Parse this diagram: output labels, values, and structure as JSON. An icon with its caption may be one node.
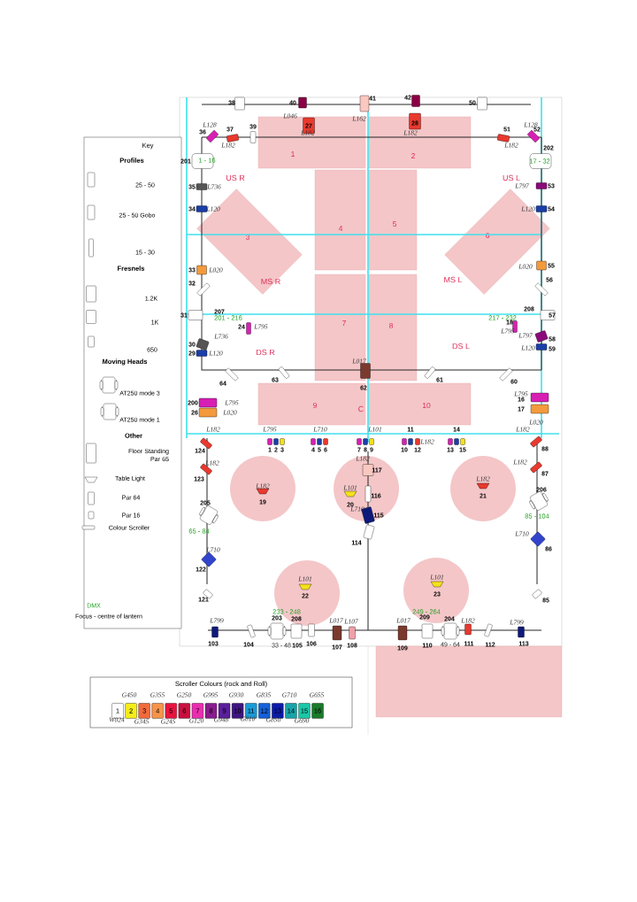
{
  "diagram": {
    "nodes": [
      {
        "text": [
          "Key",
          "Profiles",
          "25 - 50",
          "25 - 50 Gobo",
          "15 - 30",
          "Fresnels",
          "1.2K",
          "1K",
          "650",
          "Moving Heads",
          "AT250 mode 3",
          "AT250 mode 1",
          "Other",
          "Floor Standing Par 65",
          "Table Light",
          "Par 64",
          "Par 16",
          "Colour Scroller",
          "DMX",
          "Focus - centre of lantern"
        ]
      },
      {
        "text": [
          "1"
        ]
      },
      {
        "text": [
          "2"
        ]
      },
      {
        "text": [
          "3"
        ]
      },
      {
        "text": [
          "4"
        ]
      },
      {
        "text": [
          "5"
        ]
      },
      {
        "text": [
          "6"
        ]
      },
      {
        "text": [
          "7"
        ]
      },
      {
        "text": [
          "8"
        ]
      },
      {
        "text": [
          "9"
        ]
      },
      {
        "text": [
          "10"
        ]
      },
      {
        "text": [],
        "shape": "circle"
      },
      {
        "text": [],
        "shape": "circle"
      },
      {
        "text": [],
        "shape": "circle"
      },
      {
        "text": [],
        "shape": "circle"
      },
      {
        "text": [],
        "shape": "circle"
      },
      {
        "text": [],
        "shape": "box"
      },
      {
        "text": [
          "Scroller Colours (rock and Roll)"
        ]
      },
      {
        "text": [
          "1"
        ],
        "in": 17
      },
      {
        "text": [
          "2"
        ],
        "in": 17
      },
      {
        "text": [
          "3"
        ],
        "in": 17
      },
      {
        "text": [
          "4"
        ],
        "in": 17
      },
      {
        "text": [
          "5"
        ],
        "in": 17
      },
      {
        "text": [
          "6"
        ],
        "in": 17
      },
      {
        "text": [
          "7"
        ],
        "in": 17
      },
      {
        "text": [
          "8"
        ],
        "in": 17
      },
      {
        "text": [
          "9"
        ],
        "in": 17
      },
      {
        "text": [
          "10"
        ],
        "in": 17
      },
      {
        "text": [
          "11"
        ],
        "in": 17
      },
      {
        "text": [
          "12"
        ],
        "in": 17
      },
      {
        "text": [
          "13"
        ],
        "in": 17
      },
      {
        "text": [
          "14"
        ],
        "in": 17
      },
      {
        "text": [
          "15"
        ],
        "in": 17
      },
      {
        "text": [
          "16"
        ],
        "in": 17
      }
    ],
    "labels": [
      "38",
      "40",
      "41",
      "42",
      "50",
      "L046",
      "27",
      "L162",
      "28",
      "L182",
      "L182",
      "L128",
      "39",
      "37",
      "36",
      "L128",
      "51",
      "52",
      "L182",
      "L182",
      "202",
      "201",
      "1 - 16",
      "17 - 32",
      "US R",
      "US L",
      "35",
      "L736",
      "L797",
      "53",
      "34",
      "L120",
      "L120",
      "54",
      "33",
      "L020",
      "L020",
      "55",
      "MS R",
      "MS L",
      "32",
      "56",
      "207",
      "208",
      "31",
      "201 - 216",
      "217 - 232",
      "57",
      "24",
      "L795",
      "L736",
      "18",
      "L795",
      "L797",
      "58",
      "30",
      "DS R",
      "DS L",
      "L120",
      "59",
      "29",
      "L120",
      "L017",
      "63",
      "61",
      "64",
      "60",
      "62",
      "L795",
      "16",
      "200",
      "L795",
      "C",
      "17",
      "26",
      "L020",
      "L020",
      "L182",
      "L795",
      "L710",
      "L101",
      "11",
      "14",
      "L182",
      "L182",
      "124",
      "1",
      "2",
      "3",
      "4",
      "5",
      "6",
      "7",
      "8",
      "9",
      "10",
      "12",
      "13",
      "15",
      "88",
      "L182",
      "L182",
      "L182",
      "117",
      "123",
      "87",
      "L182",
      "L182",
      "L101",
      "206",
      "116",
      "21",
      "205",
      "19",
      "20",
      "L710",
      "115",
      "85 - 104",
      "65 - 84",
      "L710",
      "114",
      "L710",
      "86",
      "122",
      "L101",
      "L101",
      "121",
      "22",
      "23",
      "85",
      "233 - 248",
      "249 - 264",
      "L799",
      "203",
      "208",
      "L017",
      "L107",
      "L017",
      "209",
      "204",
      "L182",
      "L799",
      "103",
      "104",
      "33 - 48",
      "105",
      "106",
      "107",
      "108",
      "109",
      "110",
      "49 - 64",
      "111",
      "112",
      "113",
      "G450",
      "G355",
      "G250",
      "G995",
      "G930",
      "G835",
      "G710",
      "G655",
      "W024",
      "G345",
      "G245",
      "G120",
      "G948",
      "G810",
      "G850",
      "G690"
    ]
  }
}
